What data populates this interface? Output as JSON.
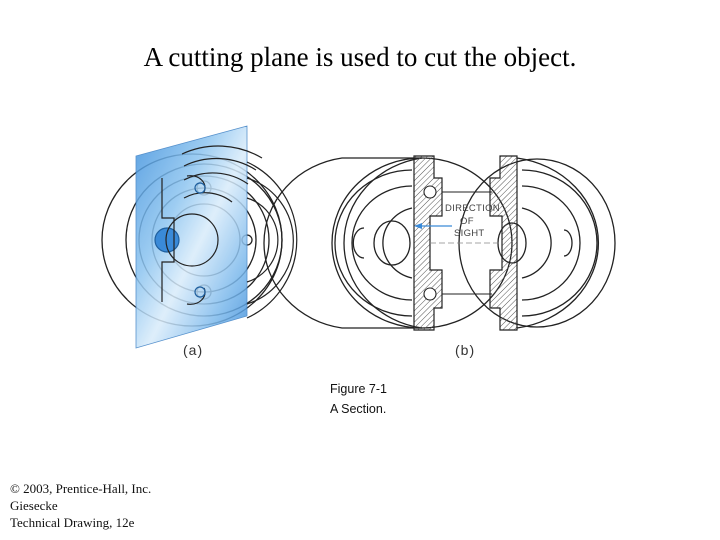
{
  "title": "A cutting plane is used to cut the object.",
  "figure": {
    "view_a_label": "(a)",
    "view_b_label": "(b)",
    "annotation": [
      "DIRECTION",
      "OF",
      "SIGHT"
    ],
    "caption": [
      "Figure 7-1",
      "A Section."
    ]
  },
  "credits": [
    "© 2003, Prentice-Hall, Inc.",
    "Giesecke",
    "Technical Drawing, 12e"
  ],
  "colors": {
    "cutting_plane": "#5aa6e6",
    "line": "#222222",
    "hatch": "#555555"
  }
}
